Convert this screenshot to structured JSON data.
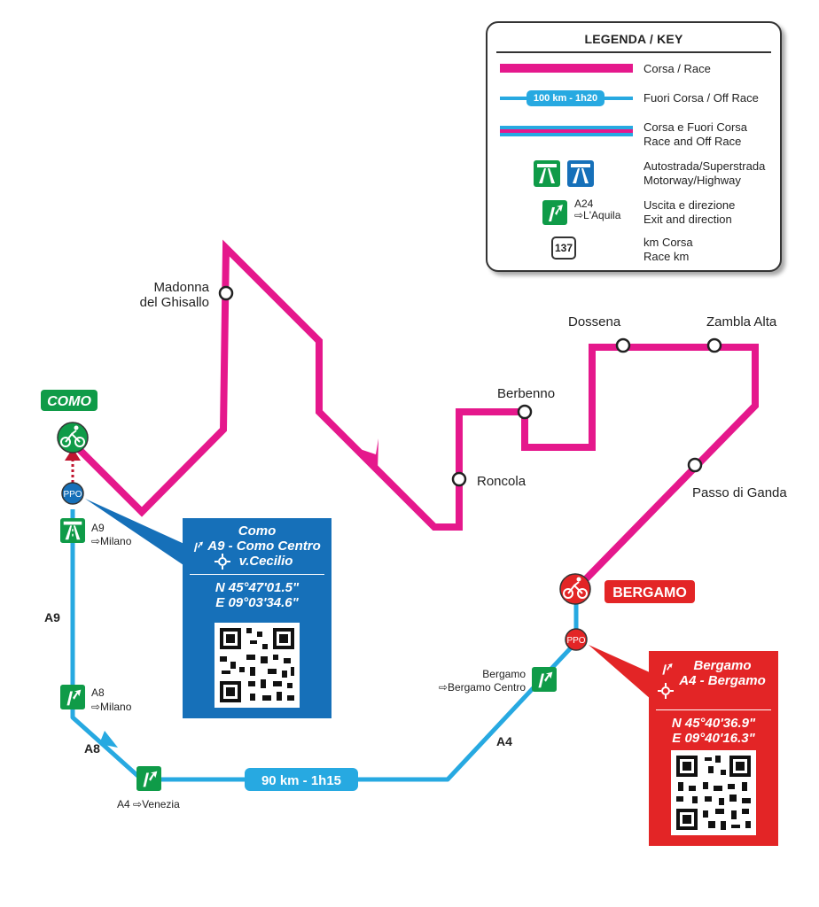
{
  "legend": {
    "title": "LEGENDA / KEY",
    "items": [
      {
        "text1": "Corsa / Race",
        "text2": ""
      },
      {
        "text1": "Fuori Corsa / Off Race",
        "text2": "",
        "symbol_label": "100 km - 1h20"
      },
      {
        "text1": "Corsa e Fuori Corsa",
        "text2": "Race and Off Race"
      },
      {
        "text1": "Autostrada/Superstrada",
        "text2": "Motorway/Highway"
      },
      {
        "text1": "Uscita e direzione",
        "text2": "Exit and direction",
        "exit_road": "A24",
        "exit_dir": "⇨L'Aquila"
      },
      {
        "text1": "km Corsa",
        "text2": "Race km",
        "badge": "137"
      }
    ]
  },
  "colors": {
    "race": "#e5188c",
    "offrace": "#27a9e1",
    "motorway": "#0f9b48",
    "como": "#1670b9",
    "bergamo": "#e32526"
  },
  "places": {
    "madonna_1": "Madonna",
    "madonna_2": "del Ghisallo",
    "roncola": "Roncola",
    "berbenno": "Berbenno",
    "dossena": "Dossena",
    "zambla": "Zambla Alta",
    "ganda": "Passo di Ganda"
  },
  "cities": {
    "como": "COMO",
    "bergamo": "BERGAMO"
  },
  "ppo": "PPO",
  "roads": {
    "a9": "A9",
    "a8": "A8",
    "a4": "A4"
  },
  "exits": {
    "a9_road": "A9",
    "a9_dir": "⇨Milano",
    "a8_road": "A8",
    "a8_dir": "⇨Milano",
    "venezia": "A4 ⇨Venezia",
    "bergamo_1": "Bergamo",
    "bergamo_2": "⇨Bergamo Centro"
  },
  "offrace_label": "90 km - 1h15",
  "como_box": {
    "line1": "Como",
    "line2": "A9 - Como Centro",
    "line3": "v.Cecilio",
    "lat": "N 45°47'01.5\"",
    "lon": "E 09°03'34.6\""
  },
  "bergamo_box": {
    "line1": "Bergamo",
    "line2": "A4 - Bergamo",
    "lat": "N 45°40'36.9\"",
    "lon": "E 09°40'16.3\""
  }
}
